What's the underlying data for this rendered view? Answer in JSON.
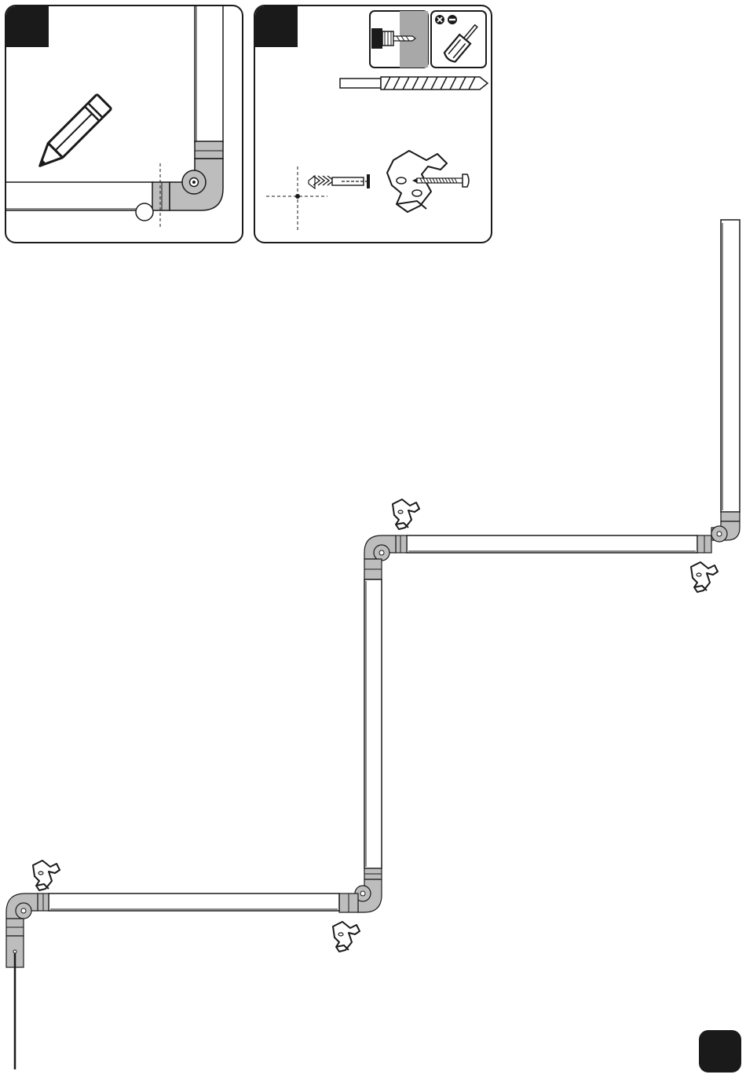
{
  "figure": {
    "kind": "assembly-instructions-page",
    "steps": [
      {
        "id": "step-1",
        "content": "mark-drill-position-with-pencil",
        "icons": [
          "pencil-icon"
        ]
      },
      {
        "id": "step-2",
        "content": "drill-and-fix-bracket",
        "icons": [
          "drill-icon",
          "screwdriver-icon",
          "drill-bit-icon",
          "wall-plug-icon",
          "screw-icon",
          "bracket-icon"
        ]
      }
    ],
    "tools_marks": [
      "cross-head",
      "flat-head"
    ],
    "track_sections": 4,
    "brackets": 5,
    "colors": {
      "line": "#1a1a1a",
      "part_fill": "#bdbdbd",
      "badge": "#1a1a1a",
      "background": "#ffffff"
    }
  }
}
